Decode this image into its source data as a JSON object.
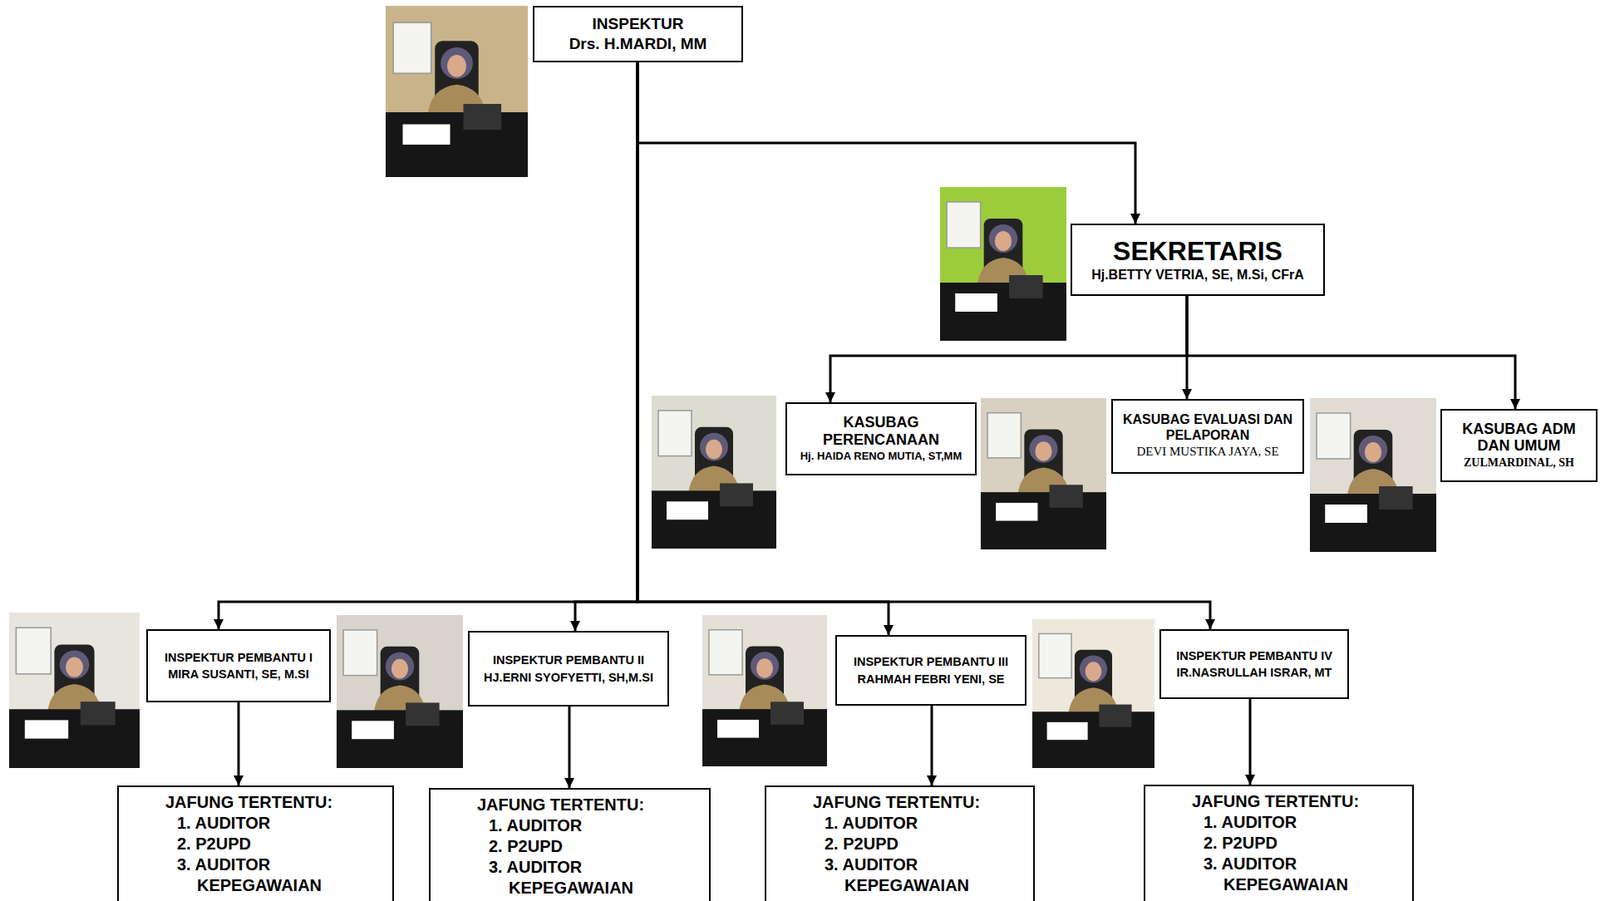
{
  "diagram": {
    "nodes": [
      {
        "text": [
          "INSPEKTUR",
          "Drs. H.MARDI, MM"
        ]
      },
      {
        "text": [
          "SEKRETARIS",
          "Hj.BETTY VETRIA, SE, M.Si, CFrA"
        ]
      },
      {
        "text": [
          "KASUBAG PERENCANAAN",
          "Hj. HAIDA RENO MUTIA, ST,MM"
        ]
      },
      {
        "text": [
          "KASUBAG EVALUASI DAN PELAPORAN",
          "DEVI MUSTIKA JAYA, SE"
        ]
      },
      {
        "text": [
          "KASUBAG ADM DAN UMUM",
          "ZULMARDINAL, SH"
        ]
      },
      {
        "text": [
          "INSPEKTUR PEMBANTU I",
          "MIRA SUSANTI, SE, M.SI"
        ]
      },
      {
        "text": [
          "INSPEKTUR PEMBANTU II",
          "HJ.ERNI SYOFYETTI, SH,M.SI"
        ]
      },
      {
        "text": [
          "INSPEKTUR PEMBANTU III",
          "RAHMAH FEBRI YENI, SE"
        ]
      },
      {
        "text": [
          "INSPEKTUR PEMBANTU IV",
          "IR.NASRULLAH ISRAR, MT"
        ]
      },
      {
        "text": [
          "JAFUNG TERTENTU:",
          "1. AUDITOR",
          "2. P2UPD",
          "3. AUDITOR KEPEGAWAIAN"
        ]
      },
      {
        "text": [
          "JAFUNG TERTENTU:",
          "1. AUDITOR",
          "2. P2UPD",
          "3. AUDITOR KEPEGAWAIAN"
        ]
      },
      {
        "text": [
          "JAFUNG TERTENTU:",
          "1. AUDITOR",
          "2. P2UPD",
          "3. AUDITOR KEPEGAWAIAN"
        ]
      },
      {
        "text": [
          "JAFUNG TERTENTU:",
          "1. AUDITOR",
          "2. P2UPD",
          "3. AUDITOR KEPEGAWAIAN"
        ]
      }
    ],
    "edges": [
      {
        "from": 0,
        "to": 1,
        "arrow": "to"
      },
      {
        "from": 1,
        "to": 2,
        "arrow": "to"
      },
      {
        "from": 1,
        "to": 3,
        "arrow": "to"
      },
      {
        "from": 1,
        "to": 4,
        "arrow": "to"
      },
      {
        "from": 0,
        "to": 5,
        "arrow": "to"
      },
      {
        "from": 0,
        "to": 6,
        "arrow": "to"
      },
      {
        "from": 0,
        "to": 7,
        "arrow": "to"
      },
      {
        "from": 0,
        "to": 8,
        "arrow": "to"
      },
      {
        "from": 5,
        "to": 9,
        "arrow": "to"
      },
      {
        "from": 6,
        "to": 10,
        "arrow": "to"
      },
      {
        "from": 7,
        "to": 11,
        "arrow": "to"
      },
      {
        "from": 8,
        "to": 12,
        "arrow": "to"
      }
    ]
  }
}
